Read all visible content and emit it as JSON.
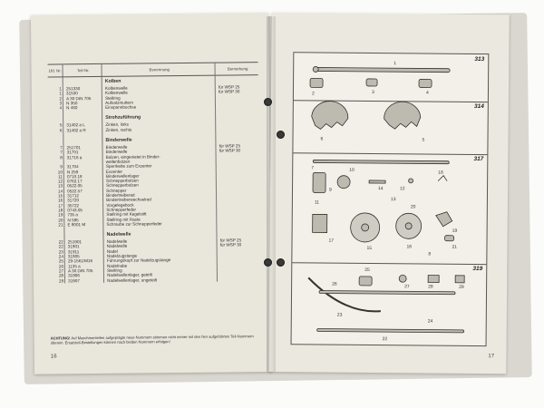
{
  "left_page": {
    "page_number": "16",
    "table": {
      "headers": {
        "nr": "Lfd. Nr.",
        "part_no": "Teil-Nr.",
        "name": "Benennung",
        "remark": "Bemerkung"
      },
      "sections": [
        {
          "title": "Kolben",
          "rows": [
            {
              "nr": "1",
              "part_no": "251330",
              "name": "Kolbenwelle",
              "remark": "für WSP 25"
            },
            {
              "nr": "1",
              "part_no": "31530",
              "name": "Kolbenwelle",
              "remark": "für WSP 30"
            },
            {
              "nr": "2",
              "part_no": "A 30 DIN 705",
              "name": "Stellring",
              "remark": ""
            },
            {
              "nr": "3",
              "part_no": "N 350",
              "name": "Aufsatzmuttern",
              "remark": ""
            },
            {
              "nr": "4",
              "part_no": "N 460",
              "name": "Einspannbuchse",
              "remark": ""
            }
          ]
        },
        {
          "title": "Strohzuführung",
          "rows": [
            {
              "nr": "5",
              "part_no": "31402 a L",
              "name": "Zinken, links",
              "remark": ""
            },
            {
              "nr": "6",
              "part_no": "31402 a R",
              "name": "Zinken, rechts",
              "remark": ""
            }
          ]
        },
        {
          "title": "Binderwelle",
          "rows": [
            {
              "nr": "7",
              "part_no": "251701",
              "name": "Binderwelle",
              "remark": "für WSP 25"
            },
            {
              "nr": "7",
              "part_no": "31701",
              "name": "Binderwelle",
              "remark": "für WSP 30"
            },
            {
              "nr": "8",
              "part_no": "31716 a",
              "name": "Bolzen, eingenietet in Binder-",
              "remark": ""
            },
            {
              "nr": "",
              "part_no": "",
              "name": "wellenbolzen",
              "remark": ""
            },
            {
              "nr": "9",
              "part_no": "31704",
              "name": "Sperrkette zum Exzenter",
              "remark": ""
            },
            {
              "nr": "10",
              "part_no": "N 259",
              "name": "Exzenter",
              "remark": ""
            },
            {
              "nr": "11",
              "part_no": "0710.18",
              "name": "Binderwellenlager",
              "remark": ""
            },
            {
              "nr": "12",
              "part_no": "0762.17",
              "name": "Schnepperbolzen",
              "remark": ""
            },
            {
              "nr": "13",
              "part_no": "0522.05",
              "name": "Schnepperbolzen",
              "remark": ""
            },
            {
              "nr": "14",
              "part_no": "0522.57",
              "name": "Schnepper",
              "remark": ""
            },
            {
              "nr": "15",
              "part_no": "31712",
              "name": "Bindertreiberad",
              "remark": ""
            },
            {
              "nr": "16",
              "part_no": "31720",
              "name": "Bindertreiberwechselrad",
              "remark": ""
            },
            {
              "nr": "17",
              "part_no": "35722",
              "name": "Vorgelegebock",
              "remark": ""
            },
            {
              "nr": "18",
              "part_no": "0743.05",
              "name": "Schnepperfeder",
              "remark": ""
            },
            {
              "nr": "19",
              "part_no": "735 a",
              "name": "Stellring mit Kegelstift",
              "remark": ""
            },
            {
              "nr": "20",
              "part_no": "N 595",
              "name": "Stellring mit Raste",
              "remark": ""
            },
            {
              "nr": "21",
              "part_no": "E 8001 M",
              "name": "Schraube zur Schnepperfeder",
              "remark": ""
            }
          ]
        },
        {
          "title": "Nadelwelle",
          "rows": [
            {
              "nr": "22",
              "part_no": "251901",
              "name": "Nadelwelle",
              "remark": "für WSP 25"
            },
            {
              "nr": "22",
              "part_no": "31901",
              "name": "Nadelwelle",
              "remark": "für WSP 30"
            },
            {
              "nr": "23",
              "part_no": "31911",
              "name": "Nadel",
              "remark": ""
            },
            {
              "nr": "24",
              "part_no": "31905",
              "name": "Nadelzugstange",
              "remark": ""
            },
            {
              "nr": "25",
              "part_no": "29-1561/M16",
              "name": "Führungskopf zur Nadelzugstange",
              "remark": ""
            },
            {
              "nr": "26",
              "part_no": "1135 a",
              "name": "Nadelnabe",
              "remark": ""
            },
            {
              "nr": "27",
              "part_no": "A 30 DIN 705",
              "name": "Stellring",
              "remark": ""
            },
            {
              "nr": "28",
              "part_no": "31906",
              "name": "Nadelwellenlager, geteilt",
              "remark": ""
            },
            {
              "nr": "29",
              "part_no": "31907",
              "name": "Nadelwellenlager, ungeteilt",
              "remark": ""
            }
          ]
        }
      ]
    },
    "footer_note_lead": "ACHTUNG!",
    "footer_note_body": "Auf Maschinenteilen aufgeprägte neue Nummern stimmen nicht immer mit den hier aufgeführten Teil-Nummern überein. Ersatzteil-Bestellungen können nach beiden Nummern erfolgen!"
  },
  "right_page": {
    "page_number": "17",
    "figures": [
      {
        "number": "313",
        "labels": [
          "1",
          "2",
          "3",
          "4"
        ]
      },
      {
        "number": "314",
        "labels": [
          "6",
          "5"
        ]
      },
      {
        "number": "317",
        "labels": [
          "7",
          "10",
          "14",
          "12",
          "9",
          "13",
          "11",
          "18",
          "20",
          "17",
          "15",
          "16",
          "19",
          "21",
          "8"
        ]
      },
      {
        "number": "319",
        "labels": [
          "26",
          "25",
          "27",
          "28",
          "29",
          "23",
          "24",
          "22"
        ]
      }
    ]
  }
}
